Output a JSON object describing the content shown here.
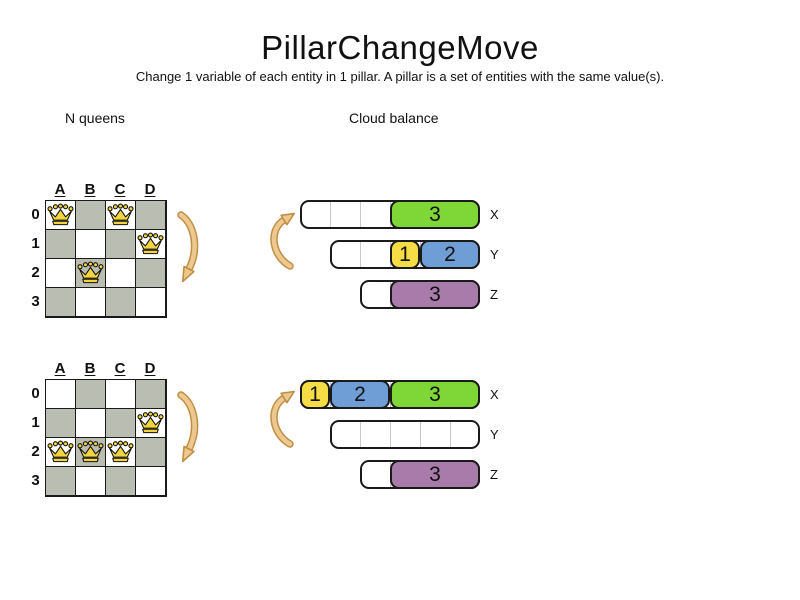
{
  "title": "PillarChangeMove",
  "subtitle": "Change 1 variable of each entity in 1 pillar. A pillar is a set of entities with the same value(s).",
  "sections": {
    "nqueens": {
      "label": "N queens"
    },
    "cloud": {
      "label": "Cloud balance"
    }
  },
  "icons": {
    "queen": "queen-crown-icon",
    "move_arrow_down": "curved-arrow-down-icon",
    "move_arrow_up": "curved-arrow-up-icon"
  },
  "board": {
    "columns": [
      "A",
      "B",
      "C",
      "D"
    ],
    "rows": [
      "0",
      "1",
      "2",
      "3"
    ]
  },
  "boards": [
    {
      "state": "before",
      "queens": [
        {
          "col": "A",
          "row": 0
        },
        {
          "col": "C",
          "row": 0
        },
        {
          "col": "D",
          "row": 1
        },
        {
          "col": "B",
          "row": 2
        }
      ]
    },
    {
      "state": "after",
      "queens": [
        {
          "col": "D",
          "row": 1
        },
        {
          "col": "A",
          "row": 2
        },
        {
          "col": "B",
          "row": 2
        },
        {
          "col": "C",
          "row": 2
        }
      ]
    }
  ],
  "cloud_states": [
    {
      "state": "before",
      "bars": [
        {
          "label": "X",
          "capacity": 6,
          "blocks": [
            {
              "value": "3",
              "size": 3,
              "offset": 3,
              "color": "green"
            }
          ]
        },
        {
          "label": "Y",
          "capacity": 5,
          "blocks": [
            {
              "value": "1",
              "size": 1,
              "offset": 2,
              "color": "yellow"
            },
            {
              "value": "2",
              "size": 2,
              "offset": 3,
              "color": "blue"
            }
          ]
        },
        {
          "label": "Z",
          "capacity": 4,
          "blocks": [
            {
              "value": "3",
              "size": 3,
              "offset": 1,
              "color": "purple"
            }
          ]
        }
      ]
    },
    {
      "state": "after",
      "bars": [
        {
          "label": "X",
          "capacity": 6,
          "blocks": [
            {
              "value": "1",
              "size": 1,
              "offset": 0,
              "color": "yellow"
            },
            {
              "value": "2",
              "size": 2,
              "offset": 1,
              "color": "blue"
            },
            {
              "value": "3",
              "size": 3,
              "offset": 3,
              "color": "green"
            }
          ]
        },
        {
          "label": "Y",
          "capacity": 5,
          "blocks": []
        },
        {
          "label": "Z",
          "capacity": 4,
          "blocks": [
            {
              "value": "3",
              "size": 3,
              "offset": 1,
              "color": "purple"
            }
          ]
        }
      ]
    }
  ],
  "colors": {
    "board_gray": "#babdb2",
    "queen_gold": "#f2d53e",
    "arrow_fill": "#eec98f",
    "arrow_outline": "#bf8f45",
    "block_colors": {
      "green": "#7ed637",
      "yellow": "#f6dd45",
      "blue": "#6f9ed6",
      "purple": "#a97bab"
    }
  }
}
